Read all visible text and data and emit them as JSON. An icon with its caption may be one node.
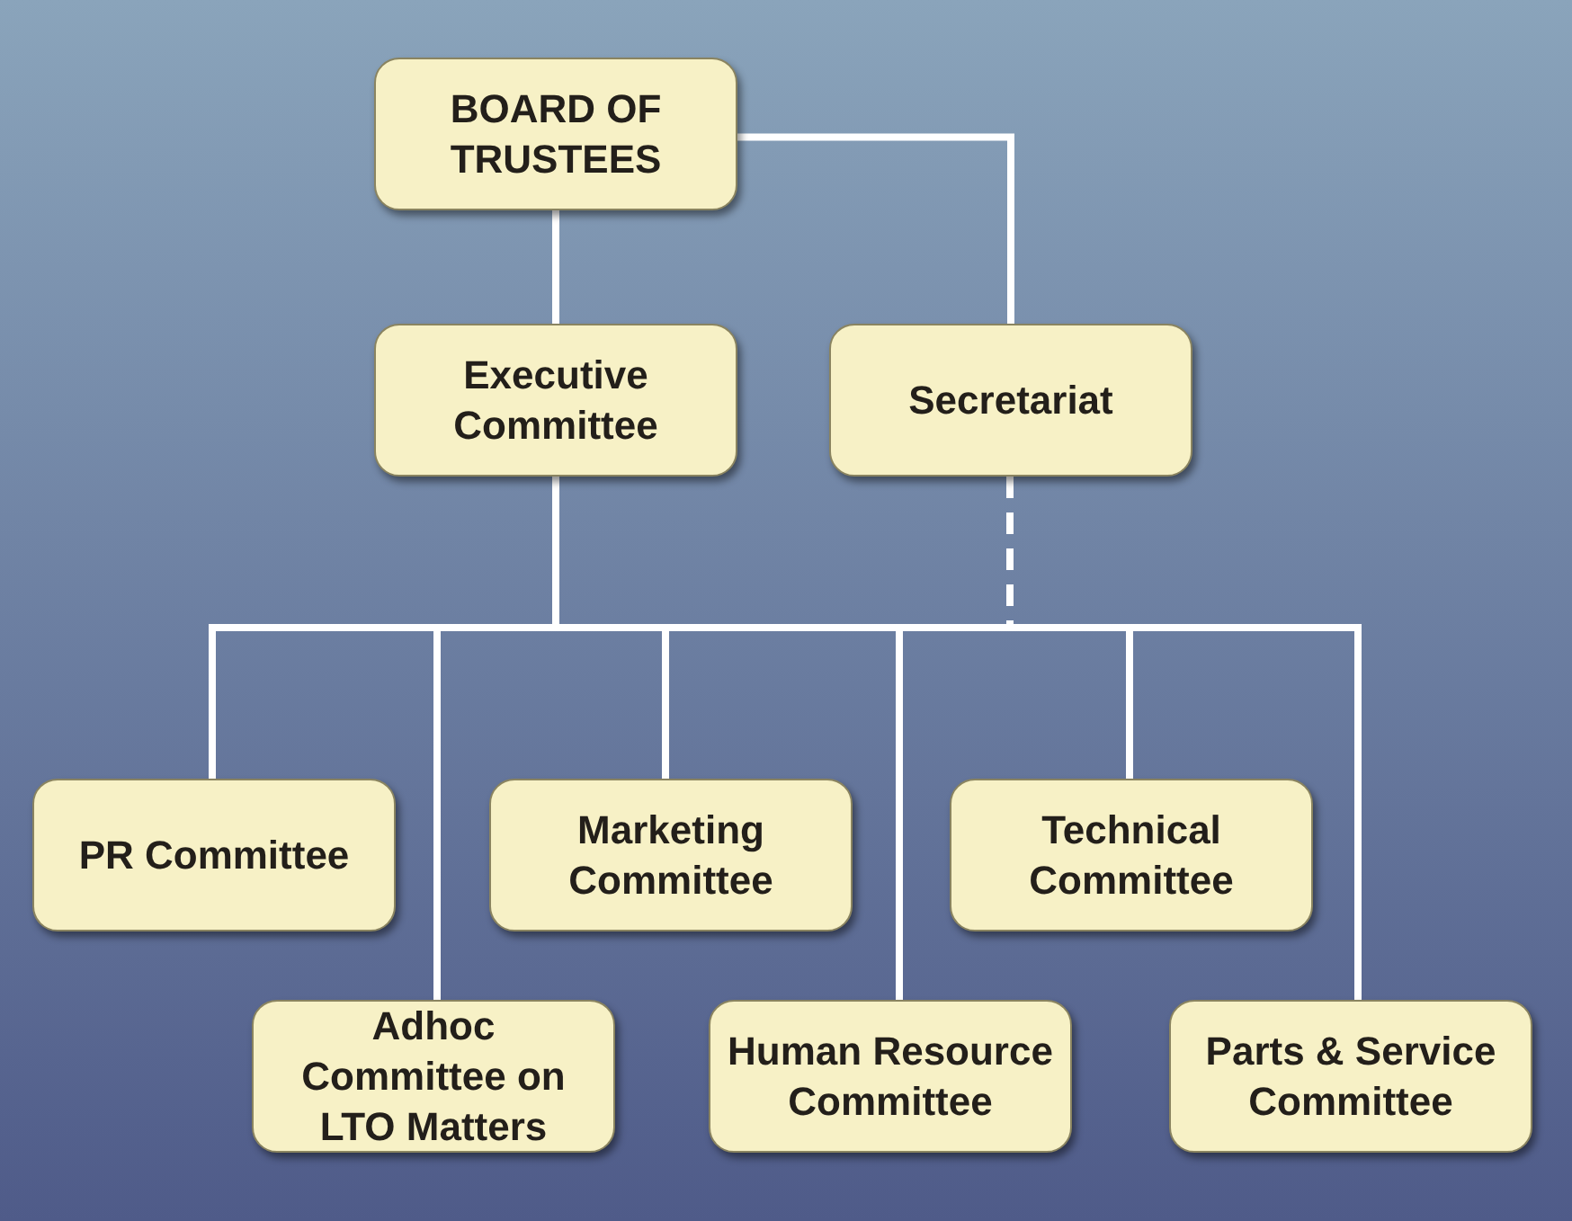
{
  "diagram": {
    "nodes": [
      {
        "text": [
          "BOARD OF TRUSTEES"
        ]
      },
      {
        "text": [
          "Executive Committee"
        ]
      },
      {
        "text": [
          "Secretariat"
        ]
      },
      {
        "text": [
          "PR Committee"
        ]
      },
      {
        "text": [
          "Marketing Committee"
        ]
      },
      {
        "text": [
          "Technical Committee"
        ]
      },
      {
        "text": [
          "Adhoc Committee on LTO Matters"
        ]
      },
      {
        "text": [
          "Human Resource Committee"
        ]
      },
      {
        "text": [
          "Parts & Service Committee"
        ]
      }
    ],
    "edges": [
      {
        "from": 0,
        "to": 1,
        "arrow": "none"
      },
      {
        "from": 0,
        "to": 2,
        "arrow": "none"
      },
      {
        "from": 1,
        "to": 3,
        "arrow": "none"
      },
      {
        "from": 1,
        "to": 6,
        "arrow": "none"
      },
      {
        "from": 1,
        "to": 4,
        "arrow": "none"
      },
      {
        "from": 1,
        "to": 7,
        "arrow": "none"
      },
      {
        "from": 1,
        "to": 5,
        "arrow": "none"
      },
      {
        "from": 1,
        "to": 8,
        "arrow": "none"
      },
      {
        "from": 2,
        "to": 3,
        "arrow": "none",
        "style": "dashed"
      },
      {
        "from": 2,
        "to": 6,
        "arrow": "none",
        "style": "dashed"
      },
      {
        "from": 2,
        "to": 4,
        "arrow": "none",
        "style": "dashed"
      },
      {
        "from": 2,
        "to": 7,
        "arrow": "none",
        "style": "dashed"
      },
      {
        "from": 2,
        "to": 5,
        "arrow": "none",
        "style": "dashed"
      },
      {
        "from": 2,
        "to": 8,
        "arrow": "none",
        "style": "dashed"
      }
    ]
  }
}
